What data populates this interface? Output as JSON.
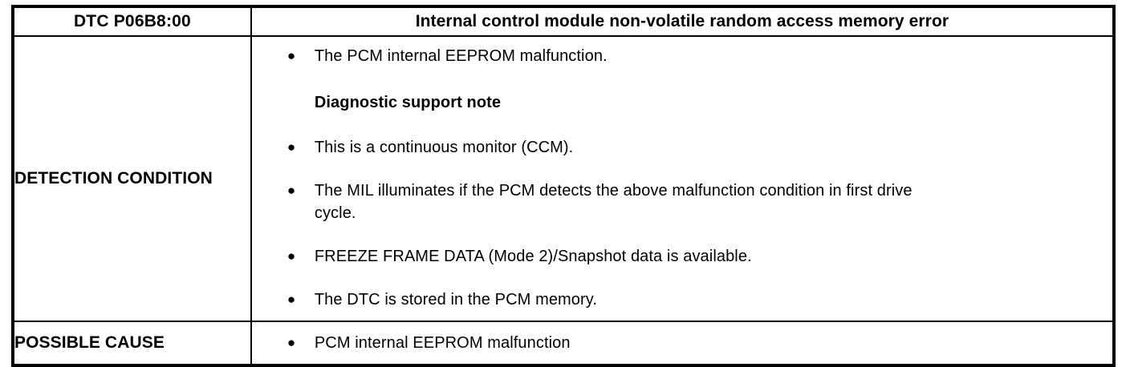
{
  "table": {
    "header": {
      "dtc_code": "DTC P06B8:00",
      "fault_title": "Internal control module non-volatile random access memory error"
    },
    "rows": [
      {
        "label": "DETECTION CONDITION",
        "items": [
          {
            "kind": "bullet",
            "text": "The PCM internal EEPROM malfunction."
          },
          {
            "kind": "note",
            "text": "Diagnostic support note"
          },
          {
            "kind": "bullet",
            "text": "This is a continuous monitor (CCM)."
          },
          {
            "kind": "bullet",
            "text": "The MIL illuminates if the PCM detects the above malfunction condition in first drive",
            "text_line2": "cycle."
          },
          {
            "kind": "bullet",
            "text": "FREEZE FRAME DATA (Mode 2)/Snapshot data is available."
          },
          {
            "kind": "bullet",
            "text": "The DTC is stored in the PCM memory."
          }
        ]
      },
      {
        "label": "POSSIBLE CAUSE",
        "items": [
          {
            "kind": "bullet",
            "text": "PCM internal EEPROM malfunction"
          }
        ]
      }
    ],
    "bullet_glyph": "●",
    "colors": {
      "border": "#000000",
      "text": "#000000",
      "background": "#ffffff"
    }
  }
}
